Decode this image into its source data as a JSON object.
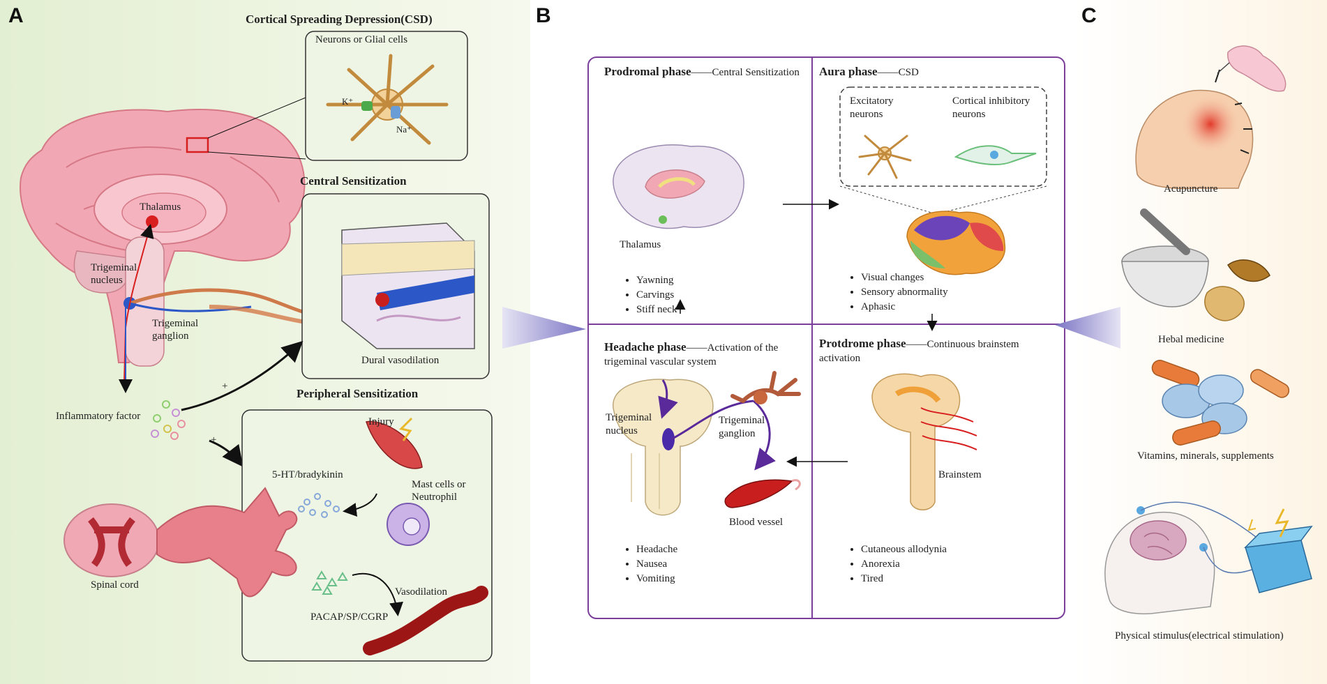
{
  "panels": {
    "a": "A",
    "b": "B",
    "c": "C"
  },
  "panel_a": {
    "csd_title": "Cortical Spreading Depression(CSD)",
    "neurons_glial": "Neurons or Glial cells",
    "k_label": "K⁺",
    "na_label": "Na⁺",
    "central_title": "Central Sensitization",
    "thalamus": "Thalamus",
    "trigeminal_nucleus": "Trigeminal nucleus",
    "trigeminal_ganglion": "Trigeminal ganglion",
    "dural_vasodilation": "Dural vasodilation",
    "inflammatory_factor": "Inflammatory factor",
    "plus": "+",
    "peripheral_title": "Peripheral Sensitization",
    "injury": "Injury",
    "ht_bradykinin": "5-HT/bradykinin",
    "mast_cells": "Mast cells or Neutrophil",
    "vasodilation": "Vasodilation",
    "pacap": "PACAP/SP/CGRP",
    "spinal_cord": "Spinal cord"
  },
  "panel_b": {
    "prodromal": {
      "title": "Prodromal phase",
      "desc": "——Central Sensitization",
      "label": "Thalamus",
      "symptoms": [
        "Yawning",
        "Carvings",
        "Stiff neck"
      ]
    },
    "aura": {
      "title": "Aura phase",
      "desc": "——CSD",
      "excitatory": "Excitatory neurons",
      "inhibitory": "Cortical inhibitory neurons",
      "symptoms": [
        "Visual changes",
        "Sensory abnormality",
        "Aphasic"
      ]
    },
    "headache": {
      "title": "Headache phase",
      "desc": "——Activation of the trigeminal vascular system",
      "nucleus": "Trigeminal nucleus",
      "ganglion": "Trigeminal ganglion",
      "vessel": "Blood vessel",
      "symptoms": [
        "Headache",
        "Nausea",
        "Vomiting"
      ]
    },
    "protdrome": {
      "title": "Protdrome phase",
      "desc": "——Continuous brainstem activation",
      "label": "Brainstem",
      "symptoms": [
        "Cutaneous allodynia",
        "Anorexia",
        "Tired"
      ]
    }
  },
  "panel_c": {
    "acupuncture": "Acupuncture",
    "herbal": "Hebal medicine",
    "supplements": "Vitamins, minerals, supplements",
    "physical": "Physical stimulus(electrical stimulation)"
  },
  "colors": {
    "panel_border": "#7b3e9a",
    "brain_pink": "#f2a8b4",
    "box_fill": "#eef5e4",
    "arrow_purple": "#7a74c4"
  }
}
